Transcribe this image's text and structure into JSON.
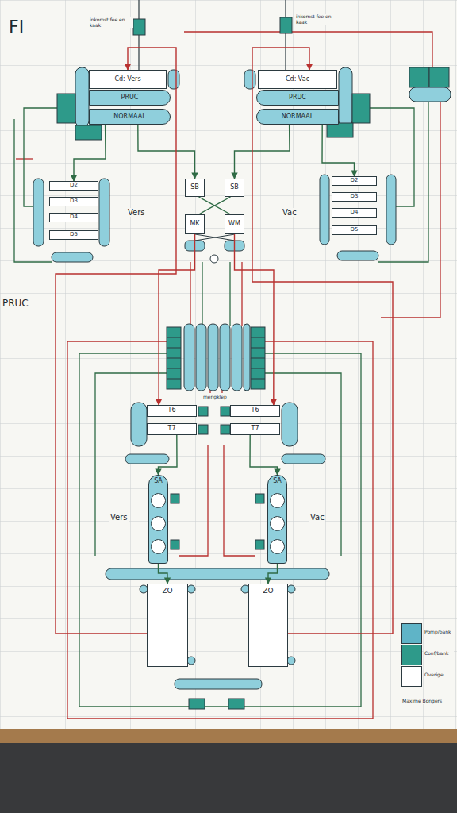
{
  "diagram": {
    "nodes": [
      {
        "text": [
          "Cd: Vers"
        ]
      },
      {
        "text": [
          "PRUC"
        ]
      },
      {
        "text": [
          "NORMAAL"
        ]
      },
      {
        "text": [
          "Cd: Vac"
        ]
      },
      {
        "text": [
          "PRUC"
        ]
      },
      {
        "text": [
          "NORMAAL"
        ]
      },
      {
        "text": [
          "D2"
        ]
      },
      {
        "text": [
          "D3"
        ]
      },
      {
        "text": [
          "D4"
        ]
      },
      {
        "text": [
          "D5"
        ]
      },
      {
        "text": [
          "SB"
        ]
      },
      {
        "text": [
          "SB"
        ]
      },
      {
        "text": [
          "MK"
        ]
      },
      {
        "text": [
          "WM"
        ]
      },
      {
        "text": [
          "D2"
        ]
      },
      {
        "text": [
          "D3"
        ]
      },
      {
        "text": [
          "D4"
        ]
      },
      {
        "text": [
          "D5"
        ]
      },
      {
        "text": [
          "T6"
        ]
      },
      {
        "text": [
          "T7"
        ]
      },
      {
        "text": [
          "T6"
        ]
      },
      {
        "text": [
          "T7"
        ]
      },
      {
        "text": [
          "SA"
        ]
      },
      {
        "text": [
          "SA"
        ]
      },
      {
        "text": [
          "ZO"
        ]
      },
      {
        "text": [
          "ZO"
        ]
      }
    ],
    "edges": [
      {
        "from": 2,
        "to": 6,
        "arrow": "to"
      },
      {
        "from": 2,
        "to": 10,
        "arrow": "to"
      },
      {
        "from": 5,
        "to": 11,
        "arrow": "to"
      },
      {
        "from": 5,
        "to": 14,
        "arrow": "to"
      },
      {
        "from": 10,
        "to": 13,
        "arrow": "none"
      },
      {
        "from": 11,
        "to": 12,
        "arrow": "none"
      },
      {
        "from": 12,
        "to": 18,
        "arrow": "to"
      },
      {
        "from": 13,
        "to": 20,
        "arrow": "to"
      },
      {
        "from": 19,
        "to": 22,
        "arrow": "to"
      },
      {
        "from": 21,
        "to": 23,
        "arrow": "to"
      },
      {
        "from": 22,
        "to": 24,
        "arrow": "to"
      },
      {
        "from": 23,
        "to": 25,
        "arrow": "to"
      },
      {
        "from": 24,
        "to": 0,
        "arrow": "to"
      },
      {
        "from": 25,
        "to": 3,
        "arrow": "to"
      }
    ],
    "labels": [
      "FI",
      "PRUC",
      "inkomst fee en kaak",
      "inkomst fee en kaak",
      "Vers",
      "Vac",
      "Vers",
      "Vac",
      "mengklep",
      "Maxime Bongers"
    ],
    "legend": [
      {
        "text": "Pomp/bank",
        "color": "#5fb4c7"
      },
      {
        "text": "Conf/bank",
        "color": "#2e9a8a"
      },
      {
        "text": "Overige",
        "color": "#ffffff"
      }
    ]
  }
}
